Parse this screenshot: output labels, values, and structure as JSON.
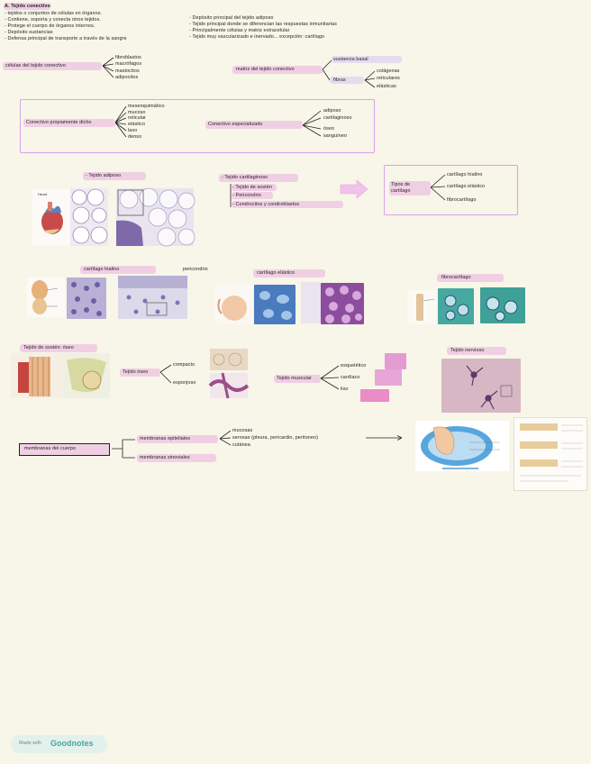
{
  "top_notes": {
    "title": "A. Tejido conectivo",
    "left_lines": [
      "- tejidos o conjuntos de células en órganos.",
      "- Contiene, soporta y conecta otros tejidos.",
      "- Protege el cuerpo de órganos internos.",
      "- Depósito sustancias",
      "- Defensa principal de transporte a través de la sangre"
    ],
    "right_lines": [
      "- Depósito principal del tejido adiposo",
      "- Tejido principal donde se diferencian las respuestas inmunitarias",
      "- Principalmente células y matriz extracelular",
      "- Tejido muy vascularizado e inervado... excepción: cartílago"
    ]
  },
  "cells": {
    "label": "células del tejido conectivo",
    "items": [
      "fibroblastos",
      "macrófagos",
      "mastocitos",
      "adipocitos"
    ]
  },
  "matrix": {
    "label": "matriz del tejido conectivo",
    "items": [
      "sustancia basal",
      "fibras"
    ],
    "fibras": [
      "colágenas",
      "reticulares",
      "elásticas"
    ]
  },
  "classification": {
    "proper_label": "Conectivo propiamente dicho",
    "proper_items": [
      "mesenquimático",
      "mucoso",
      "reticular",
      "elástico",
      "laxo",
      "denso"
    ],
    "special_label": "Conectivo especializado",
    "special_items": [
      "adiposo",
      "cartilaginoso",
      "óseo",
      "sanguíneo"
    ]
  },
  "adiposo": {
    "label": "- Tejido adiposo",
    "img_heart_label": "Heart"
  },
  "cartilaginoso": {
    "label": "- Tejido cartilaginoso",
    "items": [
      "- Tejido de sostén",
      "- Pericondrio",
      "- Condrocitos y condroblastos"
    ]
  },
  "tipos": {
    "label": "Tipos de cartílago",
    "items": [
      "cartílago hialino",
      "cartílago elástico",
      "fibrocartílago"
    ]
  },
  "cartilage_row": {
    "hialino": "cartílago hialino",
    "pericondrio": "pericondrio",
    "elastico": "cartílago elástico",
    "fibro": "fibrocartílago"
  },
  "oseo": {
    "heading": "Tejido de sostén: óseo",
    "label": "Tejido óseo",
    "items": [
      "compacto",
      "esponjoso"
    ]
  },
  "muscular": {
    "label": "Tejido muscular",
    "items": [
      "esquelético",
      "cardíaco",
      "liso"
    ]
  },
  "nervioso": {
    "label": "Tejido nervioso"
  },
  "membranas": {
    "label": "membranas del cuerpo",
    "epitelial_label": "membranas epiteliales",
    "epitelial_items": [
      "mucosas",
      "serosas (pleura, pericardio, peritoneo)",
      "cutánea"
    ],
    "sinovial_label": "membranas sinoviales"
  },
  "footer": {
    "made_with": "Made with",
    "brand": "Goodnotes"
  },
  "colors": {
    "background": "#f8f5e9",
    "highlight_pink": "#f0cfe4",
    "box_purple": "#d9a3ea",
    "brand_teal": "#4aa89a"
  }
}
